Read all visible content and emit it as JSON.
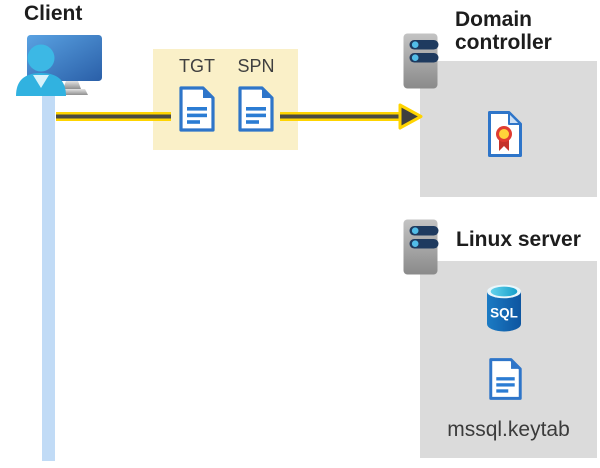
{
  "client": {
    "label": "Client"
  },
  "tickets": {
    "items": [
      {
        "label": "TGT"
      },
      {
        "label": "SPN"
      }
    ]
  },
  "domain_controller": {
    "label": "Domain controller"
  },
  "linux_server": {
    "label": "Linux server",
    "database_label": "SQL",
    "keytab_label": "mssql.keytab"
  },
  "colors": {
    "ticket_box_yellow": "#faf0c8",
    "node_box_gray": "#dbdbdb",
    "arrow_yellow": "#ffd400",
    "arrow_dark": "#404040",
    "document_blue": "#2e75c9",
    "client_line_blue": "#c1dbf6",
    "sql_azure_blue": "#1268b5",
    "certificate_red": "#d93a2d",
    "certificate_gold": "#ffd43a"
  }
}
